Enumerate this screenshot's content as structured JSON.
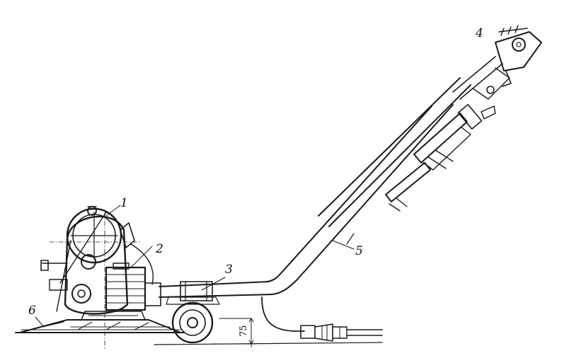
{
  "labels": {
    "one": "1",
    "two": "2",
    "three": "3",
    "four": "4",
    "five": "5",
    "six": "6"
  },
  "dimension": {
    "height_value": "75"
  }
}
